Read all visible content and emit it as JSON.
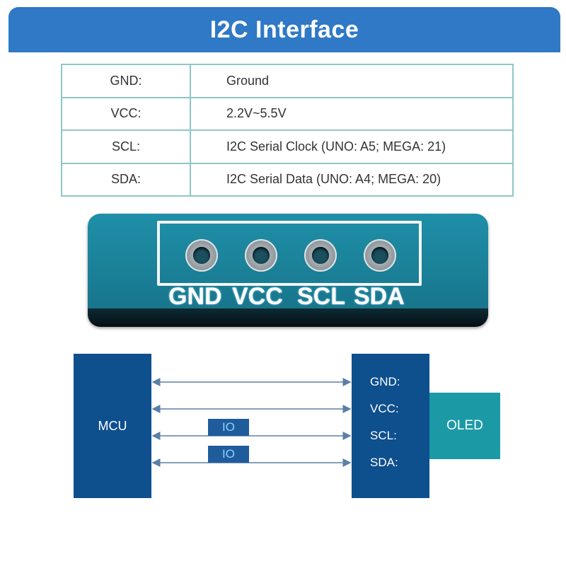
{
  "header": {
    "title": "I2C Interface"
  },
  "pin_table": {
    "rows": [
      {
        "pin": "GND:",
        "desc": "Ground"
      },
      {
        "pin": "VCC:",
        "desc": "2.2V~5.5V"
      },
      {
        "pin": "SCL:",
        "desc": "I2C Serial Clock (UNO: A5; MEGA: 21)"
      },
      {
        "pin": "SDA:",
        "desc": "I2C Serial Data (UNO: A4; MEGA: 20)"
      }
    ]
  },
  "pcb": {
    "labels": [
      "GND",
      "VCC",
      "SCL",
      "SDA"
    ]
  },
  "diagram": {
    "mcu_label": "MCU",
    "oled_label": "OLED",
    "oled_pins": [
      "GND:",
      "VCC:",
      "SCL:",
      "SDA:"
    ],
    "io_labels": [
      "IO",
      "IO"
    ],
    "colors": {
      "block": "#0e4f8e",
      "oled": "#1b9aa6",
      "io": "#1f5c9c",
      "wire": "#5b7fa6"
    }
  }
}
